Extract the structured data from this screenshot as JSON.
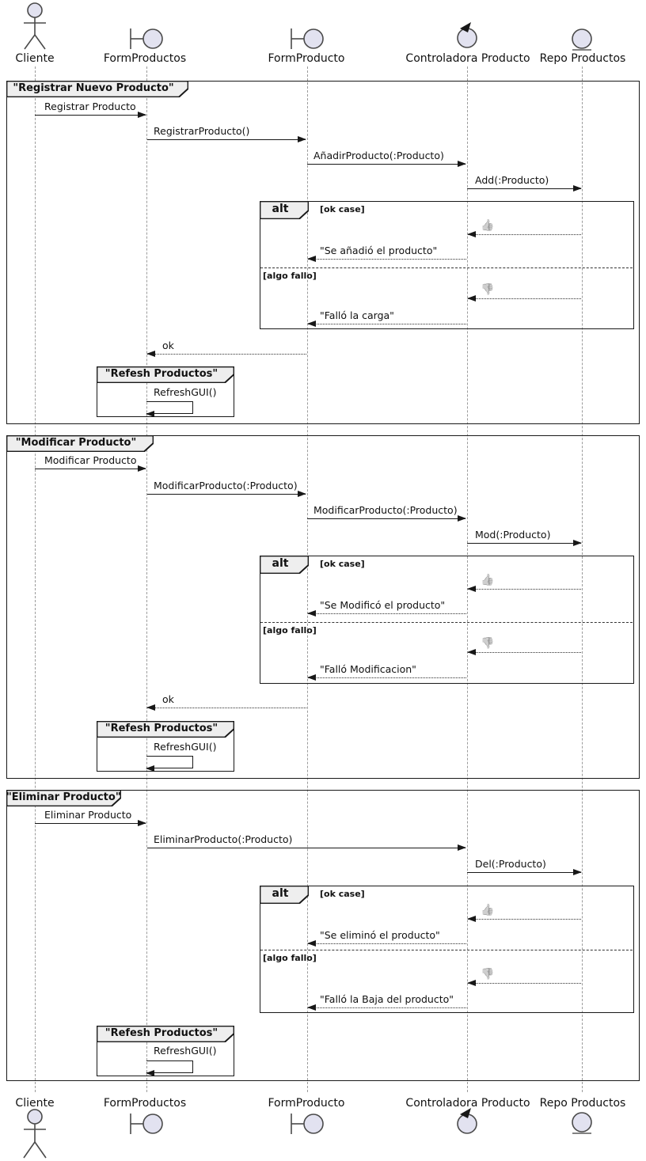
{
  "participants": {
    "cliente": "Cliente",
    "form_productos": "FormProductos",
    "form_producto": "FormProducto",
    "controladora": "Controladora Producto",
    "repo": "Repo Productos"
  },
  "operators": {
    "alt": "alt",
    "ok_guard": "[ok case]",
    "fail_guard": "[algo fallo]"
  },
  "emoji": {
    "thumbs_up": "👍",
    "thumbs_down": "👎"
  },
  "colors": {
    "background": "#FFFFFF",
    "line": "#181818",
    "lifeline": "#9B9B9B",
    "header_fill": "#EEEEEE",
    "icon_fill": "#E2E2F0"
  },
  "fragments": {
    "registrar": {
      "title": "\"Registrar Nuevo Producto\"",
      "m1": "Registrar Producto",
      "m2": "RegistrarProducto()",
      "m3": "AñadirProducto(:Producto)",
      "m4": "Add(:Producto)",
      "alt_ok_reply": "\"Se añadió el producto\"",
      "alt_fail_reply": "\"Falló la carga\"",
      "ok": "ok",
      "refresh_title": "\"Refesh Productos\"",
      "refresh_msg": "RefreshGUI()"
    },
    "modificar": {
      "title": "\"Modificar Producto\"",
      "m1": "Modificar Producto",
      "m2": "ModificarProducto(:Producto)",
      "m3": "ModificarProducto(:Producto)",
      "m4": "Mod(:Producto)",
      "alt_ok_reply": "\"Se Modificó el producto\"",
      "alt_fail_reply": "\"Falló Modificacion\"",
      "ok": "ok",
      "refresh_title": "\"Refesh Productos\"",
      "refresh_msg": "RefreshGUI()"
    },
    "eliminar": {
      "title": "\"Eliminar Producto\"",
      "m1": "Eliminar Producto",
      "m2": "EliminarProducto(:Producto)",
      "m3": "Del(:Producto)",
      "alt_ok_reply": "\"Se eliminó el producto\"",
      "alt_fail_reply": "\"Falló la Baja del producto\"",
      "refresh_title": "\"Refesh Productos\"",
      "refresh_msg": "RefreshGUI()"
    }
  }
}
